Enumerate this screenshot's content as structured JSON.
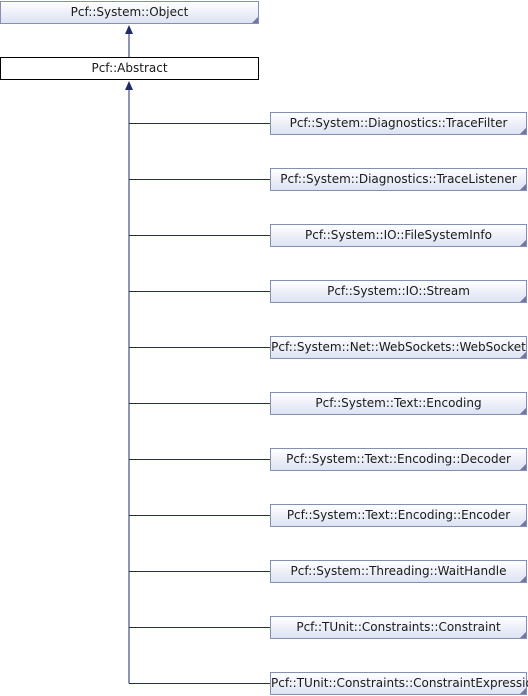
{
  "diagram": {
    "root": {
      "label": "Pcf::System::Object"
    },
    "current": {
      "label": "Pcf::Abstract"
    },
    "children": [
      {
        "label": "Pcf::System::Diagnostics::TraceFilter"
      },
      {
        "label": "Pcf::System::Diagnostics::TraceListener"
      },
      {
        "label": "Pcf::System::IO::FileSystemInfo"
      },
      {
        "label": "Pcf::System::IO::Stream"
      },
      {
        "label": "Pcf::System::Net::WebSockets::WebSocket"
      },
      {
        "label": "Pcf::System::Text::Encoding"
      },
      {
        "label": "Pcf::System::Text::Encoding::Decoder"
      },
      {
        "label": "Pcf::System::Text::Encoding::Encoder"
      },
      {
        "label": "Pcf::System::Threading::WaitHandle"
      },
      {
        "label": "Pcf::TUnit::Constraints::Constraint"
      },
      {
        "label": "Pcf::TUnit::Constraints::ConstraintExpression"
      }
    ],
    "colors": {
      "edge": "#1f2a6b",
      "node_border": "#868fb3",
      "node_fill": "#e9edf7",
      "current_border": "#000000"
    }
  }
}
